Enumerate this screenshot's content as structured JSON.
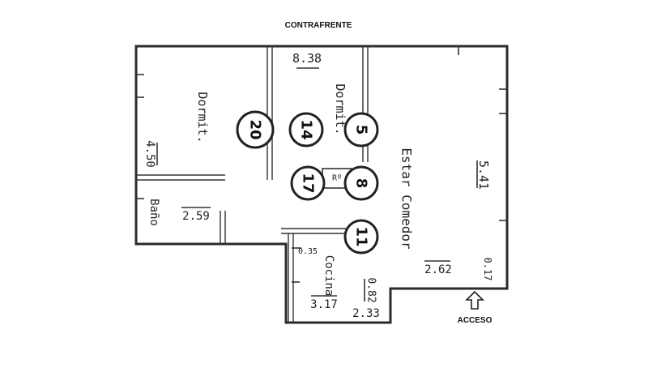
{
  "labels": {
    "top": "CONTRAFRENTE",
    "access": "ACCESO"
  },
  "rooms": {
    "dorm_left": "Dormit.",
    "dorm_center": "Dormit.",
    "bano": "Baño",
    "estar": "Estar Comedor",
    "cocina": "Cocina",
    "rp": "Rº"
  },
  "dimensions": {
    "top_width": "8.38",
    "left_height": "4.50",
    "bano_width": "2.59",
    "right_height": "5.41",
    "estar_width": "2.62",
    "right_small": "0.17",
    "cocina_width": "3.17",
    "cocina_depth": "0.82",
    "cocina_bottom": "2.33",
    "cocina_small": "0.35"
  },
  "columns": [
    "20",
    "14",
    "5",
    "17",
    "8",
    "11"
  ]
}
